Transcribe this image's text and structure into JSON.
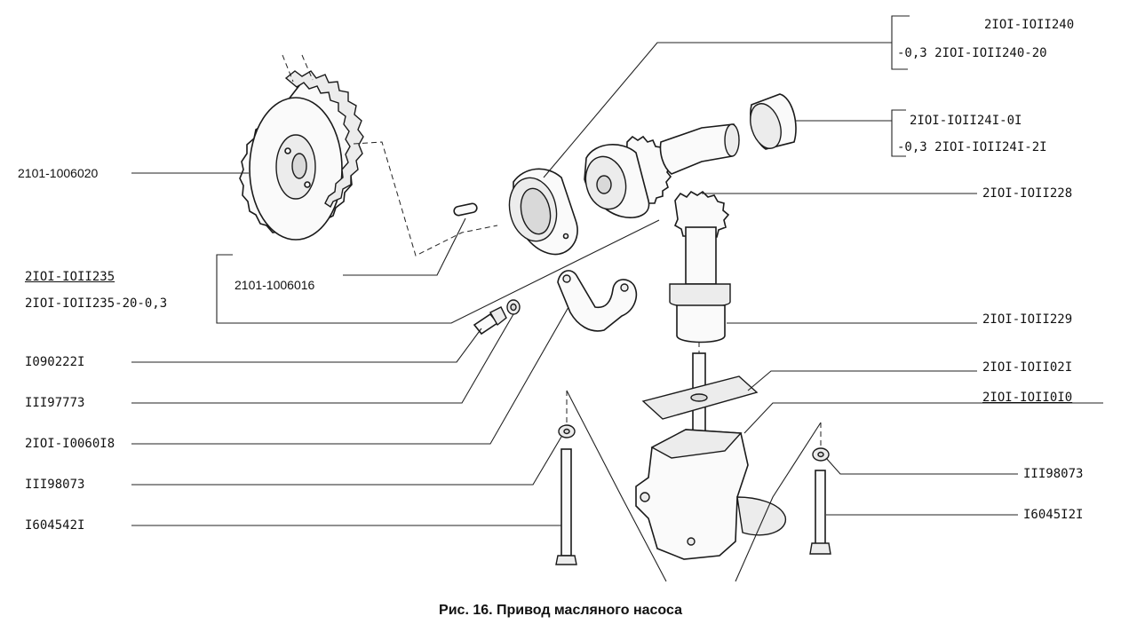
{
  "caption": "Рис. 16. Привод масляного насоса",
  "labels": {
    "top_right_1": "2IOI-IOII240",
    "top_right_2": "-0,3 2IOI-IOII240-20",
    "mid_right_1": "2IOI-IOII24I-0I",
    "mid_right_2": "-0,3 2IOI-IOII24I-2I",
    "gear_228": "2IOI-IOII228",
    "part_229": "2IOI-IOII229",
    "gasket_021": "2IOI-IOII02I",
    "pump_010": "2IOI-IOII0I0",
    "washer_right": "III98073",
    "bolt_right": "I6045I2I",
    "sprocket": "2101-1006020",
    "pin": "2101-1006016",
    "left_235_1": "2IOI-IOII235",
    "left_235_2": "2IOI-IOII235-20-0,3",
    "bolt_small": "I090222I",
    "washer_small": "III97773",
    "bracket": "2IOI-I0060I8",
    "washer_left": "III98073",
    "bolt_left": "I604542I"
  }
}
